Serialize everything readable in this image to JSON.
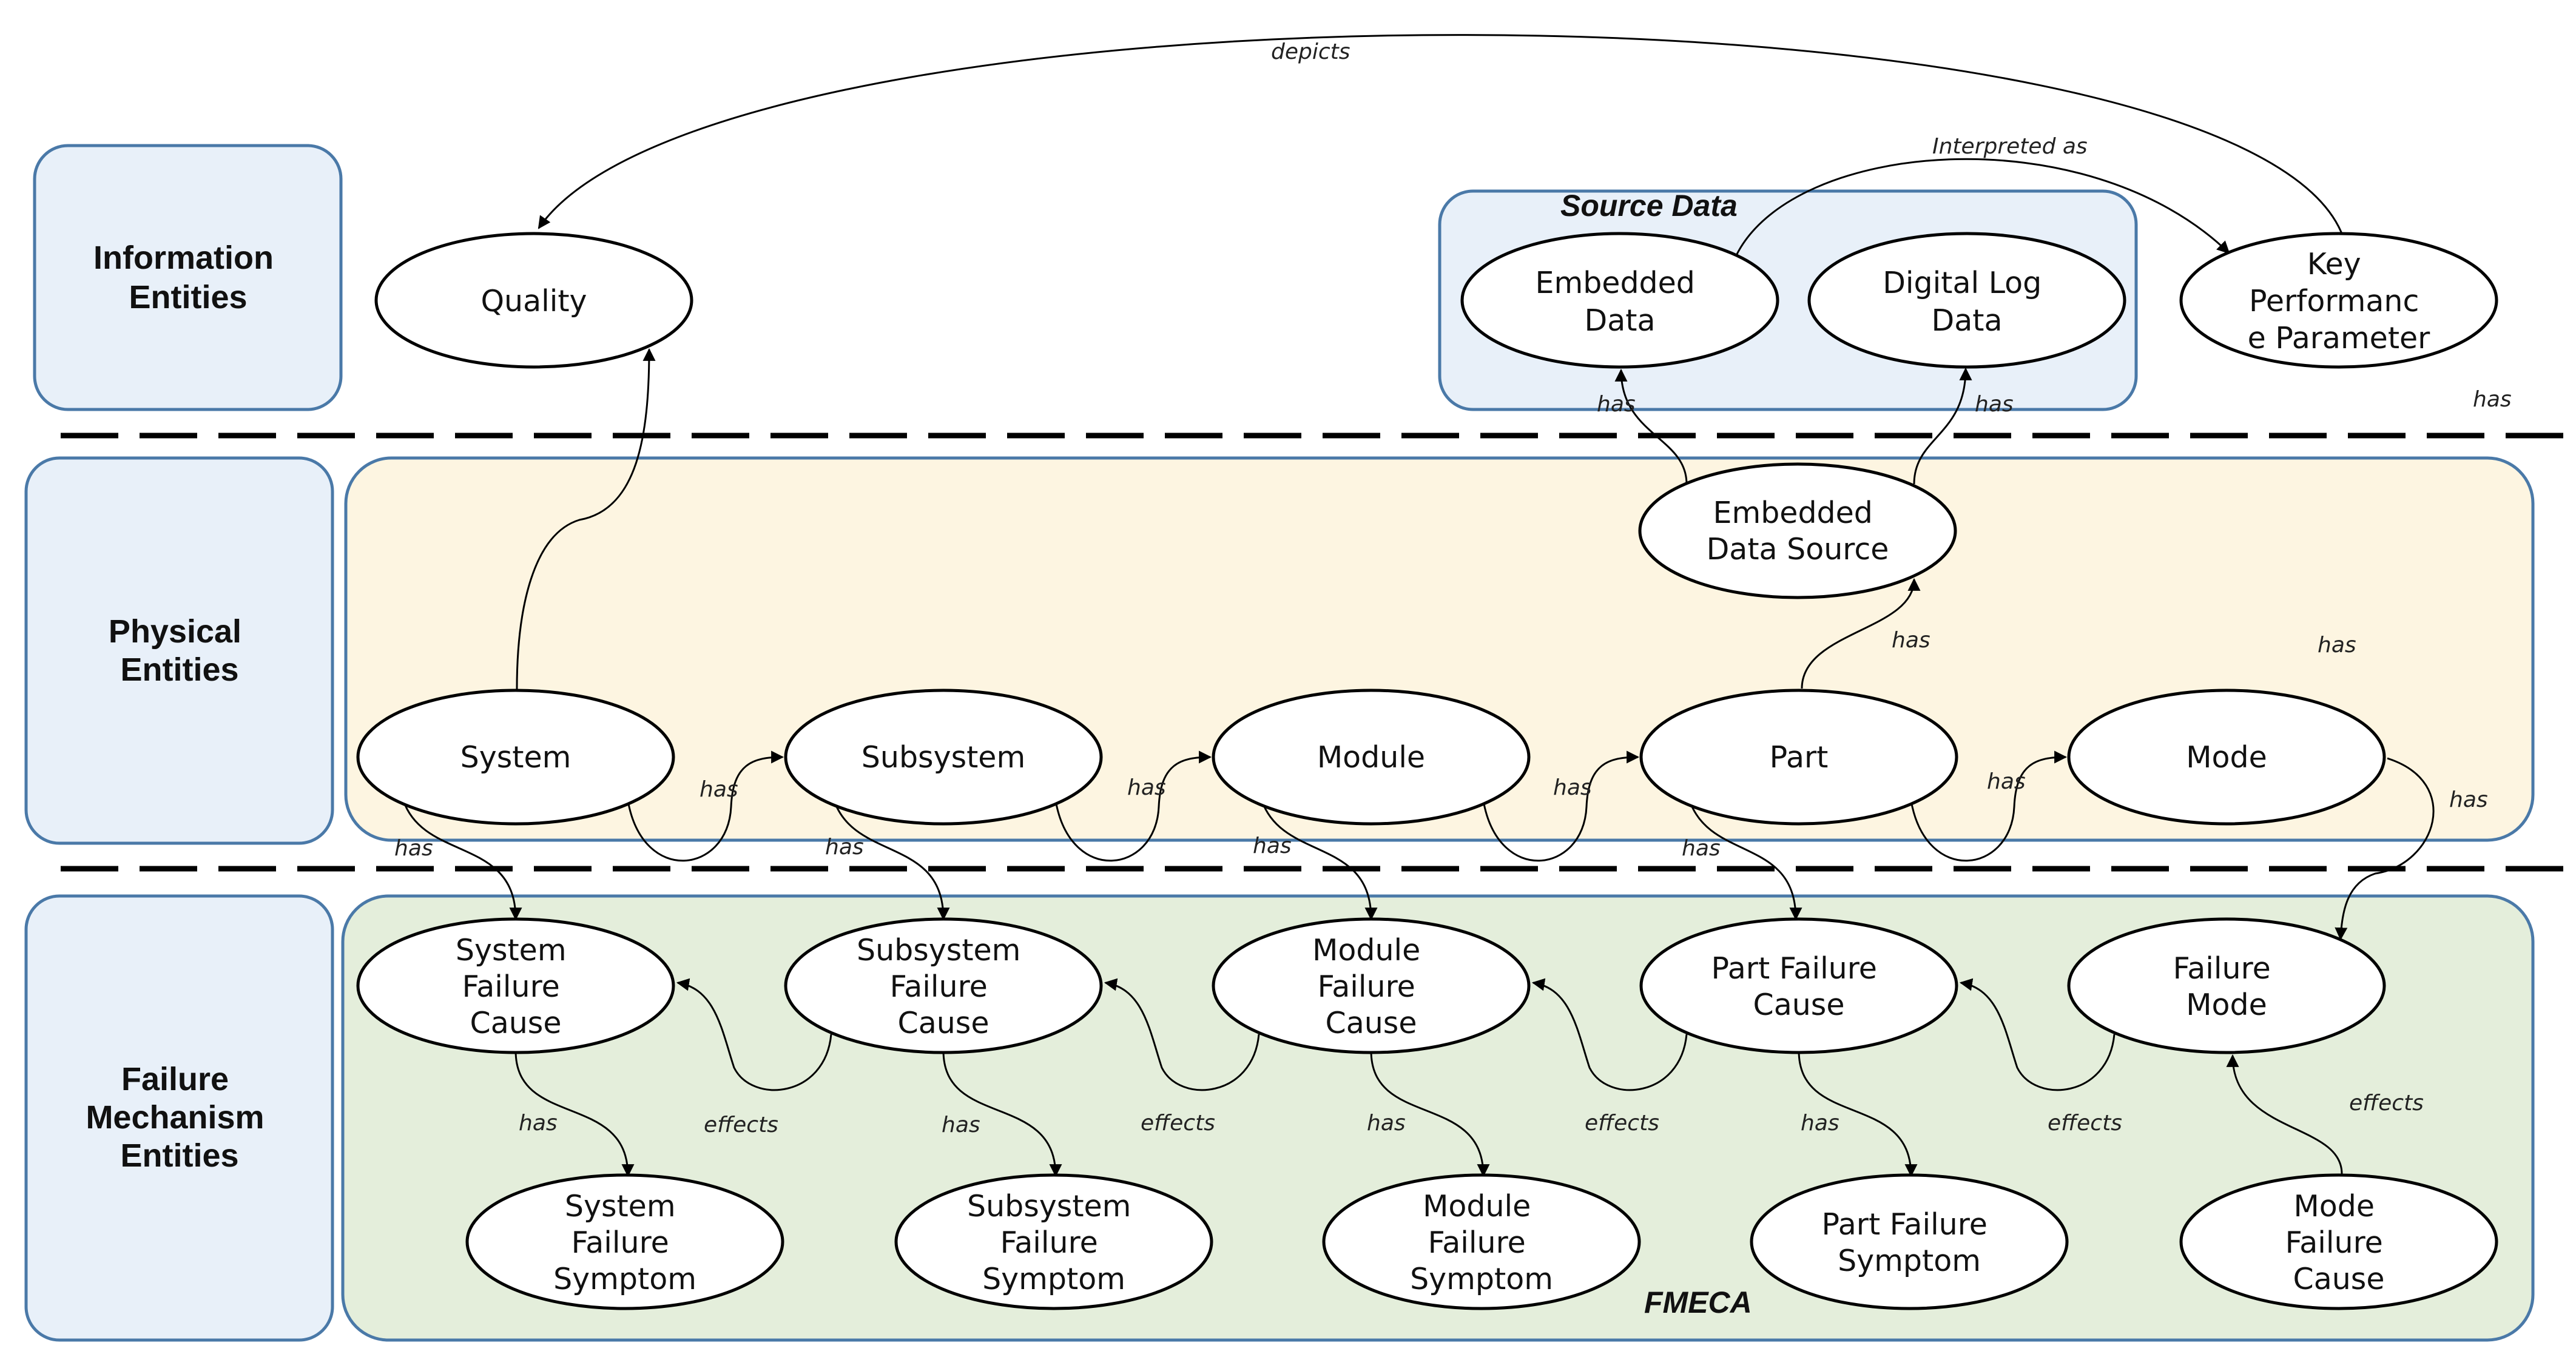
{
  "rows": {
    "information": [
      "Information",
      "Entities"
    ],
    "physical": [
      "Physical",
      "Entities"
    ],
    "failure": [
      "Failure",
      "Mechanism",
      "Entities"
    ]
  },
  "groups": {
    "source_data": "Source Data",
    "fmeca": "FMECA"
  },
  "nodes": {
    "quality": [
      "Quality"
    ],
    "embedded_data": [
      "Embedded",
      "Data"
    ],
    "digital_log_data": [
      "Digital Log",
      "Data"
    ],
    "key_performance_parameter": [
      "Key",
      "Performanc",
      "e Parameter"
    ],
    "embedded_data_source": [
      "Embedded",
      "Data Source"
    ],
    "system": [
      "System"
    ],
    "subsystem": [
      "Subsystem"
    ],
    "module": [
      "Module"
    ],
    "part": [
      "Part"
    ],
    "mode": [
      "Mode"
    ],
    "system_failure_cause": [
      "System",
      "Failure",
      "Cause"
    ],
    "subsystem_failure_cause": [
      "Subsystem",
      "Failure",
      "Cause"
    ],
    "module_failure_cause": [
      "Module",
      "Failure",
      "Cause"
    ],
    "part_failure_cause": [
      "Part Failure",
      "Cause"
    ],
    "failure_mode": [
      "Failure",
      "Mode"
    ],
    "system_failure_symptom": [
      "System",
      "Failure",
      "Symptom"
    ],
    "subsystem_failure_symptom": [
      "Subsystem",
      "Failure",
      "Symptom"
    ],
    "module_failure_symptom": [
      "Module",
      "Failure",
      "Symptom"
    ],
    "part_failure_symptom": [
      "Part Failure",
      "Symptom"
    ],
    "mode_failure_cause": [
      "Mode",
      "Failure",
      "Cause"
    ]
  },
  "edge_labels": {
    "depicts": "depicts",
    "interpreted_as": "Interpreted as",
    "has_kpp": "has",
    "has_embedded_data": "has",
    "has_digital_log": "has",
    "has_eds": "has",
    "has_mode_top": "has",
    "has_system_subsystem": "has",
    "has_subsystem_module": "has",
    "has_module_part": "has",
    "has_part_mode": "has",
    "has_mode_failure_mode": "has",
    "has_system_cause": "has",
    "has_subsystem_cause": "has",
    "has_module_cause": "has",
    "has_part_cause": "has",
    "has_system_symptom": "has",
    "has_subsystem_symptom": "has",
    "has_module_symptom": "has",
    "has_part_symptom": "has",
    "effects_subsystem_system": "effects",
    "effects_module_subsystem": "effects",
    "effects_part_module": "effects",
    "effects_failure_mode_part": "effects",
    "effects_mode_cause": "effects"
  }
}
